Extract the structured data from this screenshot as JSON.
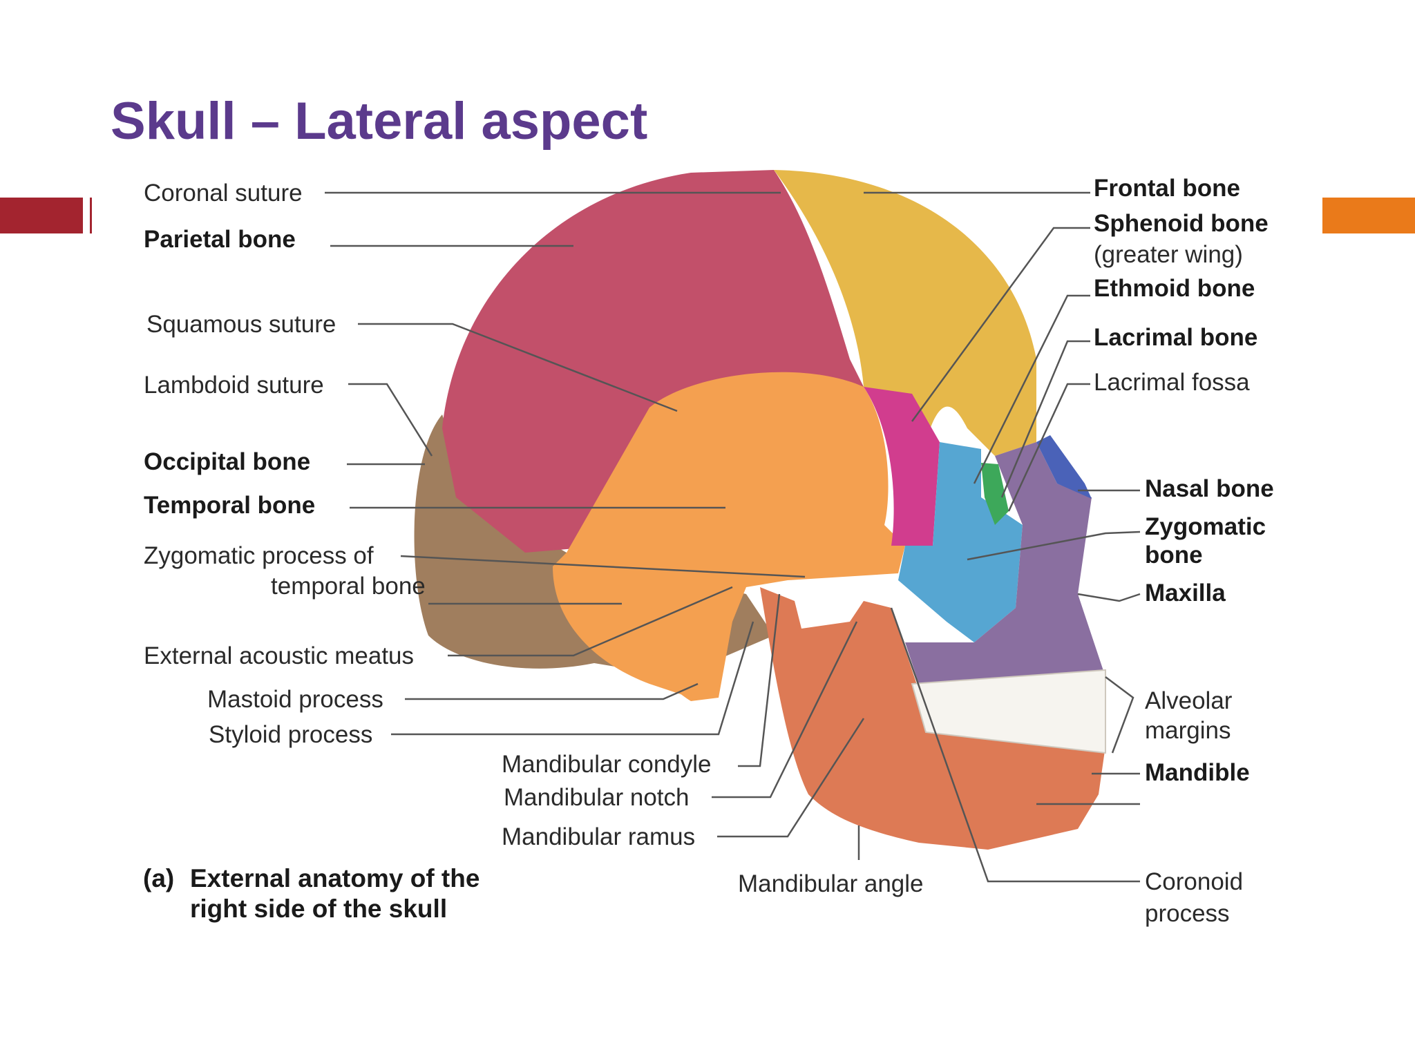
{
  "title": "Skull – Lateral aspect",
  "colors": {
    "accent_left": "#a3242f",
    "accent_right": "#ea7a1a",
    "title": "#5b3a8c",
    "parietal": "#c2506a",
    "frontal": "#e6b84a",
    "temporal": "#f4a050",
    "occipital": "#a07e5e",
    "sphenoid": "#d13d8e",
    "zygomatic": "#56a6d2",
    "maxilla": "#8a6fa0",
    "nasal": "#4a62b8",
    "ethmoid": "#3da85a",
    "mandible": "#dd7a55"
  },
  "labels": {
    "coronal_suture": "Coronal suture",
    "parietal_bone": "Parietal bone",
    "squamous_suture": "Squamous suture",
    "lambdoid_suture": "Lambdoid suture",
    "occipital_bone": "Occipital bone",
    "temporal_bone": "Temporal bone",
    "zygomatic_process_1": "Zygomatic process of",
    "zygomatic_process_2": "temporal bone",
    "external_acoustic_meatus": "External acoustic meatus",
    "mastoid_process": "Mastoid process",
    "styloid_process": "Styloid process",
    "mandibular_condyle": "Mandibular condyle",
    "mandibular_notch": "Mandibular notch",
    "mandibular_ramus": "Mandibular ramus",
    "mandibular_angle": "Mandibular angle",
    "frontal_bone": "Frontal bone",
    "sphenoid_bone": "Sphenoid bone",
    "sphenoid_sub": "(greater wing)",
    "ethmoid_bone": "Ethmoid bone",
    "lacrimal_bone": "Lacrimal bone",
    "lacrimal_fossa": "Lacrimal fossa",
    "nasal_bone": "Nasal bone",
    "zygomatic_bone_1": "Zygomatic",
    "zygomatic_bone_2": "bone",
    "maxilla": "Maxilla",
    "alveolar_1": "Alveolar",
    "alveolar_2": "margins",
    "mandible": "Mandible",
    "coronoid_1": "Coronoid",
    "coronoid_2": "process"
  },
  "caption": {
    "tag": "(a)",
    "line1": "External anatomy of the",
    "line2": "right side of the skull"
  }
}
